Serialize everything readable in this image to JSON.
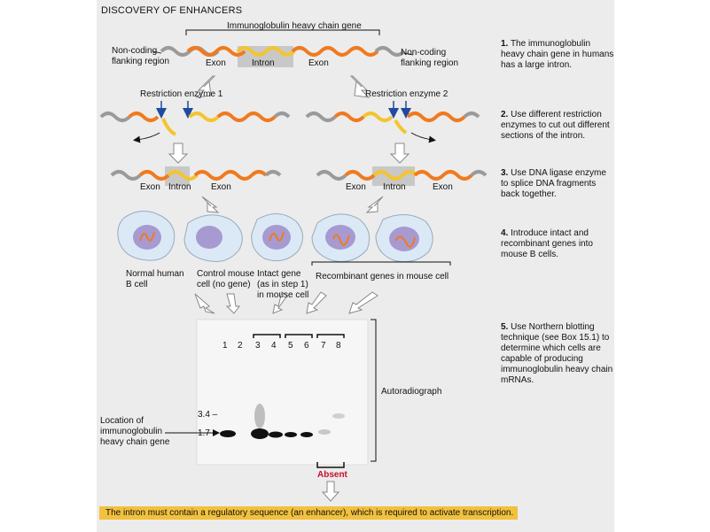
{
  "title": "DISCOVERY OF ENHANCERS",
  "gene_label": "Immunoglobulin heavy chain gene",
  "noncoding_left": [
    "Non-coding",
    "flanking region"
  ],
  "noncoding_right": [
    "Non-coding",
    "flanking region"
  ],
  "exon": "Exon",
  "intron": "Intron",
  "enzyme1": "Restriction enzyme 1",
  "enzyme2": "Restriction enzyme 2",
  "cells": {
    "c1": [
      "Normal human",
      "B cell"
    ],
    "c2": [
      "Control mouse",
      "cell (no gene)"
    ],
    "c3": [
      "Intact gene",
      "(as in step 1)",
      "in mouse cell"
    ],
    "c4": "Recombinant genes in mouse cell"
  },
  "lanes": [
    "1",
    "2",
    "3",
    "4",
    "5",
    "6",
    "7",
    "8"
  ],
  "markers": [
    "3.4 –",
    "1.7 –"
  ],
  "location_label": [
    "Location of",
    "immunoglobulin",
    "heavy chain gene"
  ],
  "autoradiograph": "Autoradiograph",
  "absent": "Absent",
  "steps": [
    {
      "num": "1.",
      "text": "The immunoglobulin heavy chain gene in humans has a large intron."
    },
    {
      "num": "2.",
      "text": "Use different restriction enzymes to cut out different sections of the intron."
    },
    {
      "num": "3.",
      "text": "Use DNA ligase enzyme to splice DNA fragments back together."
    },
    {
      "num": "4.",
      "text": "Introduce intact and recombinant genes into mouse B cells."
    },
    {
      "num": "5.",
      "text": "Use Northern blotting technique (see Box 15.1) to determine which cells are capable of producing immunoglobulin heavy chain mRNAs."
    }
  ],
  "footer": "The intron must contain a regulatory sequence (an enhancer), which is required to activate transcription.",
  "colors": {
    "panel": "#ececec",
    "exon": "#f07a1f",
    "intron": "#f4c431",
    "flank": "#9a9a9a",
    "arrow": "#1f4aa0",
    "footer": "#f2c13d",
    "absent": "#c8102e"
  }
}
